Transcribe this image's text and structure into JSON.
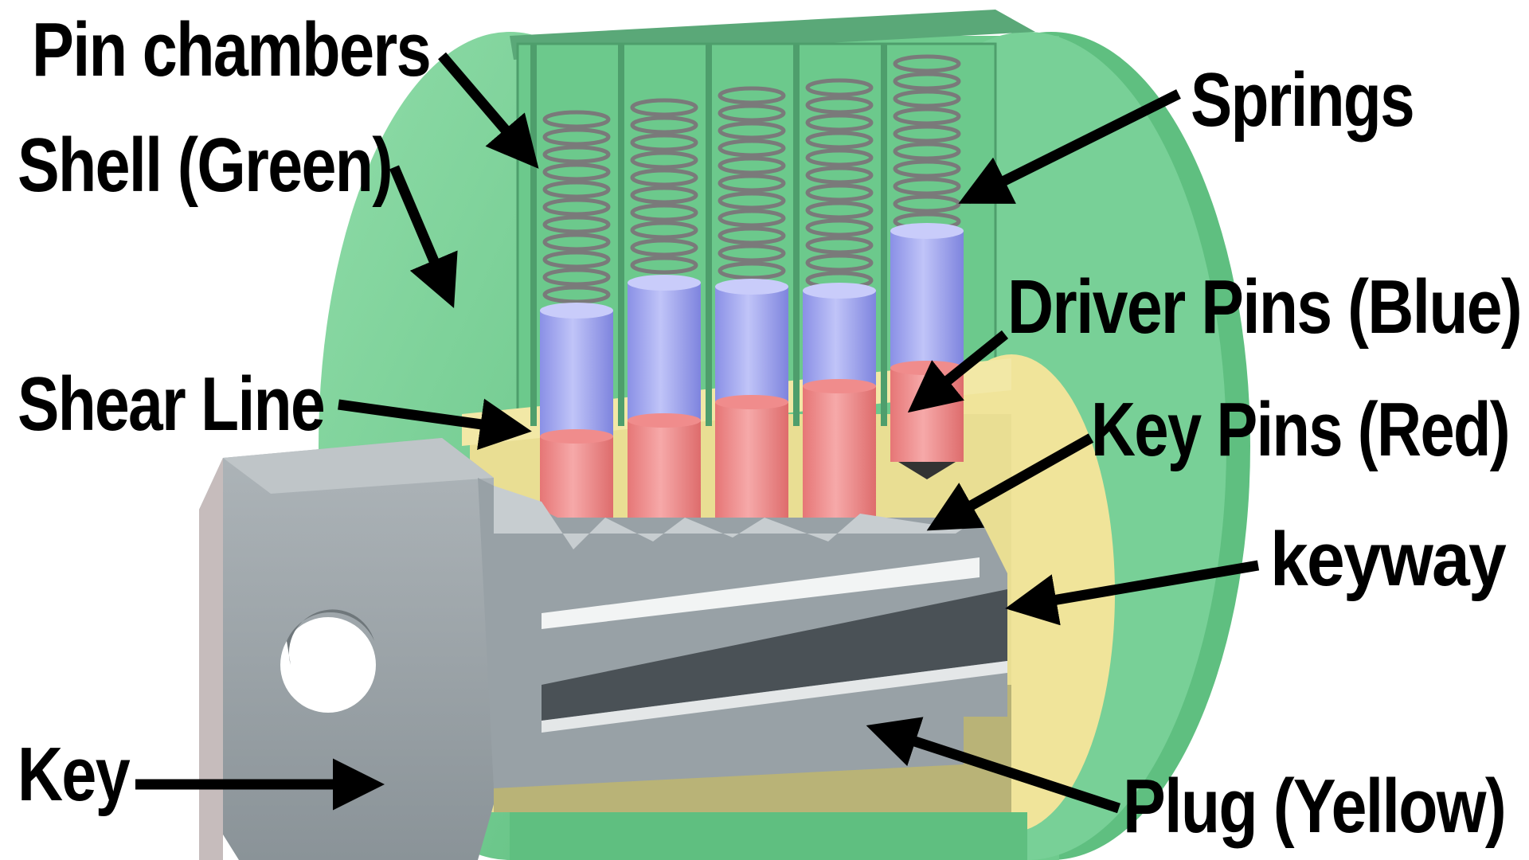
{
  "labels": {
    "pin_chambers": "Pin chambers",
    "shell": "Shell (Green)",
    "springs": "Springs",
    "driver_pins": "Driver Pins (Blue)",
    "shear_line": "Shear Line",
    "key_pins": "Key Pins (Red)",
    "keyway": "keyway",
    "key": "Key",
    "plug": "Plug (Yellow)"
  },
  "colors": {
    "shell": "#7ed49a",
    "shell_dark": "#5fbf80",
    "plug": "#f0e49a",
    "plug_shadow": "#b9b377",
    "driver_pin": "#9ea4ee",
    "key_pin": "#ef8a8a",
    "key": "#9aa3a8",
    "spring": "#7a7a7a",
    "arrow": "#000000"
  }
}
